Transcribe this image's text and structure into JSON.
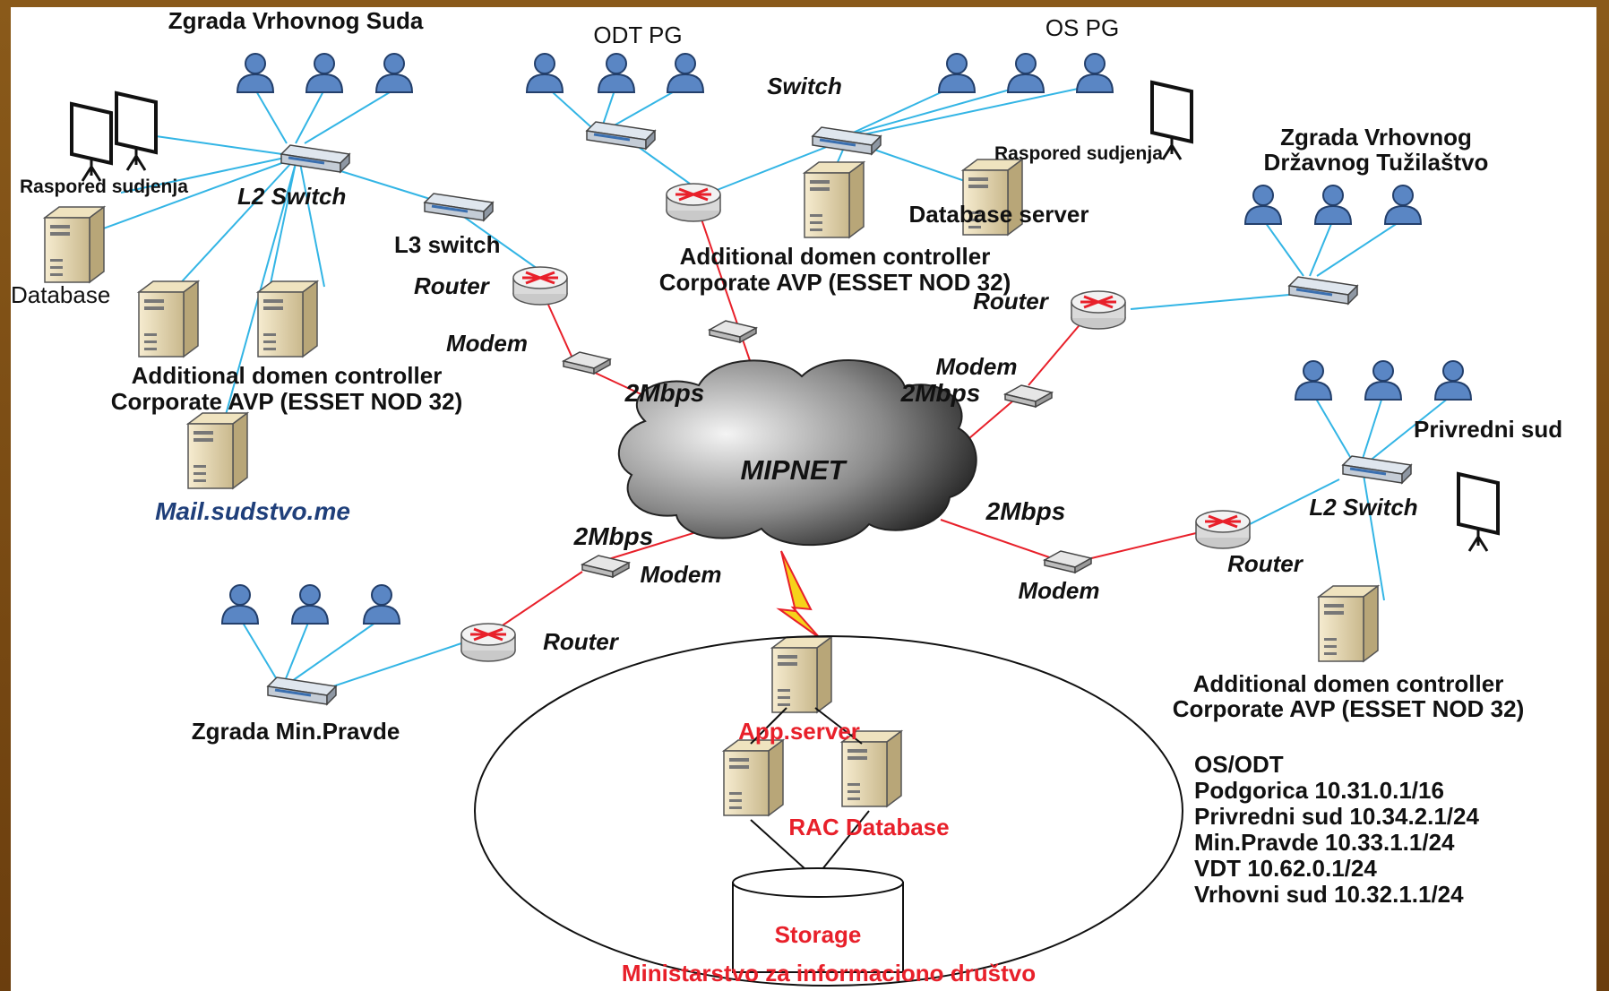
{
  "labels": {
    "vrhovni_title": "Zgrada Vrhovnog Suda",
    "odt_title": "ODT PG",
    "os_title": "OS PG",
    "switch_top": "Switch",
    "raspored_left": "Raspored sudjenja",
    "raspored_right": "Raspored sudjenja",
    "l2_left": "L2 Switch",
    "l3": "L3 switch",
    "database": "Database",
    "router_left": "Router",
    "modem_left": "Modem",
    "adc_left_1": "Additional domen controller",
    "adc_left_2": "Corporate AVP (ESSET NOD 32)",
    "mail": "Mail.sudstvo.me",
    "adc_mid_1": "Additional domen controller",
    "adc_mid_2": "Corporate AVP (ESSET NOD 32)",
    "db_server": "Database server",
    "vdt_title_1": "Zgrada Vrhovnog",
    "vdt_title_2": "Državnog Tužilaštvo",
    "router_vdt": "Router",
    "modem_vdt": "Modem",
    "bw_left": "2Mbps",
    "bw_vdt": "2Mbps",
    "cloud": "MIPNET",
    "privredni": "Privredni sud",
    "l2_right": "L2 Switch",
    "bw_right": "2Mbps",
    "router_right": "Router",
    "modem_right": "Modem",
    "bw_bottom": "2Mbps",
    "modem_bottom": "Modem",
    "router_bottom": "Router",
    "minpravde": "Zgrada Min.Pravde",
    "app_server": "App.server",
    "rac": "RAC Database",
    "storage": "Storage",
    "ministarstvo": "Ministarstvo za informaciono društvo",
    "adc_right_1": "Additional domen controller",
    "adc_right_2": "Corporate AVP (ESSET NOD 32)"
  },
  "ip_list": [
    "OS/ODT",
    "Podgorica 10.31.0.1/16",
    "Privredni sud 10.34.2.1/24",
    "Min.Pravde 10.33.1.1/24",
    "VDT 10.62.0.1/24",
    "Vrhovni sud 10.32.1.1/24"
  ],
  "colors": {
    "lan_link": "#33b5e5",
    "wan_link": "#e8202a",
    "user_icon": "#5a86c4",
    "red_text": "#e8202a",
    "mail_text": "#1f3f7a"
  }
}
